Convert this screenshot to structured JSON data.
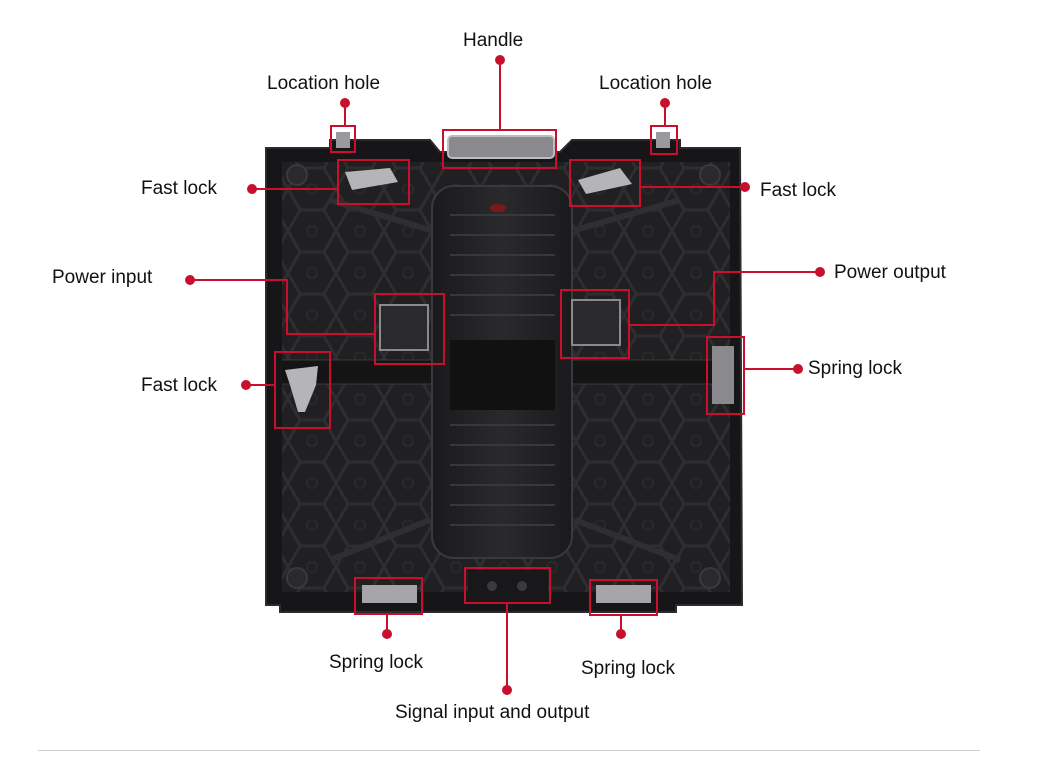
{
  "labels": {
    "handle": "Handle",
    "location_hole_left": "Location hole",
    "location_hole_right": "Location hole",
    "fast_lock_top_left": "Fast lock",
    "fast_lock_top_right": "Fast lock",
    "power_input": "Power input",
    "power_output": "Power output",
    "fast_lock_mid_left": "Fast lock",
    "spring_lock_right": "Spring lock",
    "spring_lock_bottom_left": "Spring lock",
    "spring_lock_bottom_right": "Spring lock",
    "signal_io": "Signal input and output"
  },
  "colors": {
    "callout": "#c8102e",
    "panel": "#1c1c1e",
    "panel_edge": "#2c2c2e",
    "text": "#111111"
  }
}
